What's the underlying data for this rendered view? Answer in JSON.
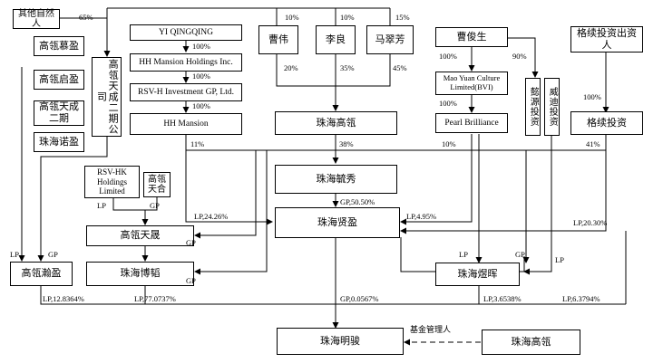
{
  "entities": {
    "others": "其他自然人",
    "gaoling_muying": "高瓴慕盈",
    "gaoling_qiying": "高瓴启盈",
    "gaoling_tiancheng2_left": "高瓴天成二期",
    "zhuhai_nuoying": "珠海诺盈",
    "gaoling_tiancheng2_vertical": "高瓴天成二期公司",
    "yi_qingqing": "YI QINGQING",
    "hh_holdings": "HH Mansion Holdings Inc.",
    "rsv_h": "RSV-H Investment GP, Ltd.",
    "hh_mansion": "HH Mansion",
    "cao_wei": "曹伟",
    "li_liang": "李良",
    "ma_cuifang": "马翠芳",
    "zhuhai_gaoling": "珠海高瓴",
    "cao_junsheng": "曹俊生",
    "mao_yuan": "Mao Yuan Culture Limited(BVI)",
    "pearl": "Pearl Brilliance",
    "yiyuan": "懿源投资",
    "weidi": "威迪投资",
    "gexu_lp": "格续投资出资人",
    "gexu": "格续投资",
    "rsv_hk": "RSV-HK Holdings Limited",
    "gaoling_tianhe": "高瓴天合",
    "zhuhai_yuxiu": "珠海毓秀",
    "zhuhai_xianying": "珠海贤盈",
    "gaoling_tiansheng": "高瓴天晟",
    "zhuhai_botao": "珠海博韬",
    "gaoling_hanying": "高瓴瀚盈",
    "zhuhai_yuhui": "珠海煜晖",
    "zhuhai_mingjun": "珠海明骏",
    "zhuhai_gaoling_bottom": "珠海高瓴"
  },
  "labels": {
    "p65": "65%",
    "p10a": "10%",
    "p10b": "10%",
    "p15": "15%",
    "p20": "20%",
    "p35": "35%",
    "p45": "45%",
    "p100_yi": "100%",
    "p100_hh": "100%",
    "p100_rsv": "100%",
    "p100_cao": "100%",
    "p90": "90%",
    "p100_mao": "100%",
    "p100_gexu": "100%",
    "p11": "11%",
    "p38": "38%",
    "p10_pearl": "10%",
    "p41": "41%",
    "lp_rsvhk": "LP",
    "gp_tianhe": "GP",
    "gp_5050": "GP,50.50%",
    "lp_2426": "LP,24.26%",
    "lp_495": "LP,4.95%",
    "lp_2030": "LP,20.30%",
    "gp_tiansheng": "GP",
    "gp_botao": "GP",
    "lp_hanying": "LP",
    "gp_hanying": "GP",
    "lp_yuhui": "LP",
    "gp_yuhui": "GP",
    "lp_weidi": "LP",
    "lp_128364": "LP,12.8364%",
    "lp_770737": "LP,77.0737%",
    "gp_00567": "GP,0.0567%",
    "lp_36538": "LP,3.6538%",
    "lp_63794": "LP,6.3794%",
    "fund_manager": "基金管理人"
  }
}
